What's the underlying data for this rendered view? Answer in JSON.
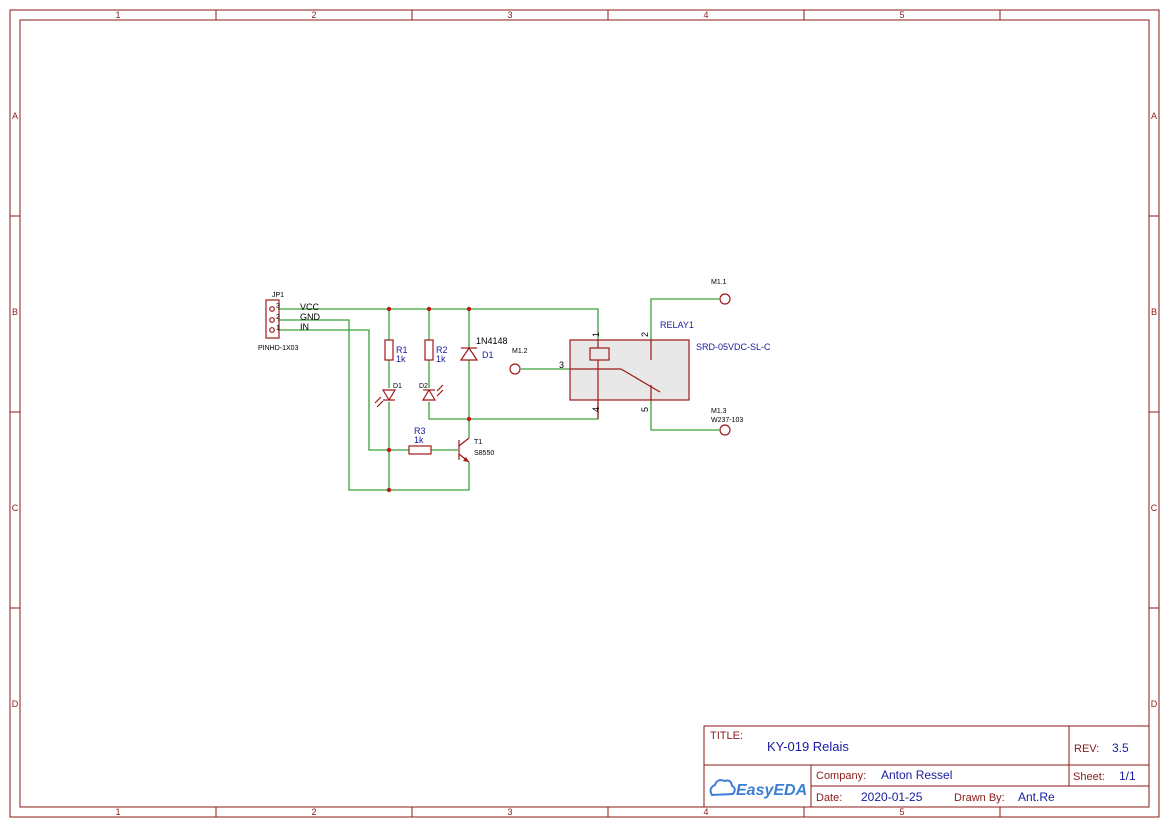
{
  "frame": {
    "columns": [
      "1",
      "2",
      "3",
      "4",
      "5"
    ],
    "rows": [
      "A",
      "B",
      "C",
      "D"
    ]
  },
  "components": {
    "jp1": {
      "ref": "JP1",
      "value": "PINHD-1X03",
      "pins": [
        "3",
        "2",
        "1"
      ],
      "nets": [
        "VCC",
        "GND",
        "IN"
      ]
    },
    "r1": {
      "ref": "R1",
      "value": "1k"
    },
    "r2": {
      "ref": "R2",
      "value": "1k"
    },
    "r3": {
      "ref": "R3",
      "value": "1k"
    },
    "d1": {
      "ref": "D1",
      "value": "1N4148"
    },
    "led1": {
      "ref": "D1"
    },
    "led2": {
      "ref": "D2"
    },
    "t1": {
      "ref": "T1",
      "value": "S8550"
    },
    "relay": {
      "ref": "RELAY1",
      "value": "SRD-05VDC-SL-C",
      "pins": [
        "1",
        "2",
        "3",
        "4",
        "5"
      ]
    },
    "m11": {
      "ref": "M1.1"
    },
    "m12": {
      "ref": "M1.2"
    },
    "m13": {
      "ref": "M1.3",
      "value": "W237-103"
    }
  },
  "title_block": {
    "title_label": "TITLE:",
    "title": "KY-019 Relais",
    "rev_label": "REV:",
    "rev": "3.5",
    "company_label": "Company:",
    "company": "Anton Ressel",
    "sheet_label": "Sheet:",
    "sheet": "1/1",
    "date_label": "Date:",
    "date": "2020-01-25",
    "drawn_label": "Drawn By:",
    "drawn": "Ant.Re",
    "logo": "EasyEDA"
  }
}
